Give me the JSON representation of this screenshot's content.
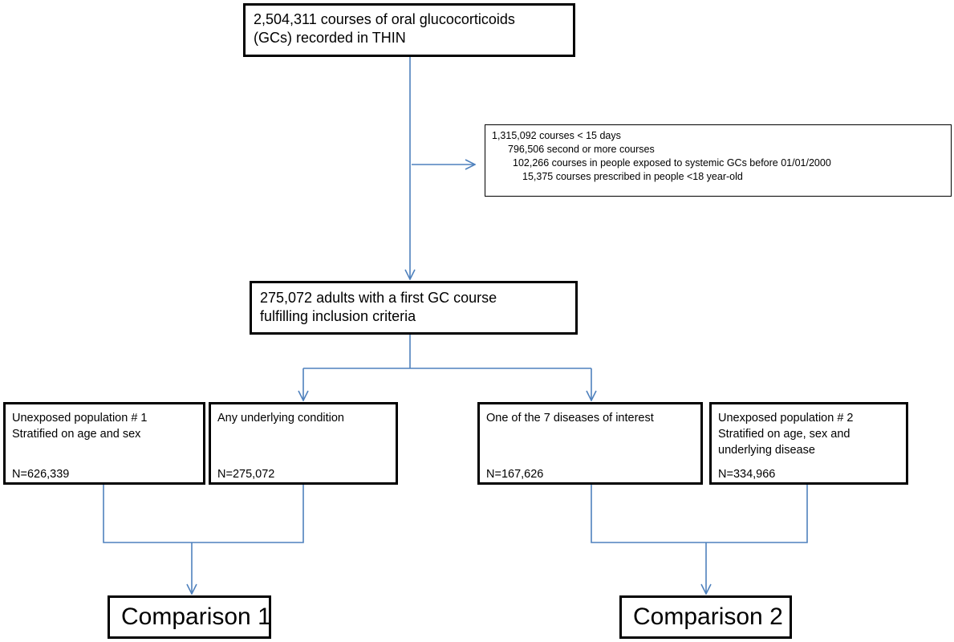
{
  "nodes": {
    "top": {
      "lines": [
        "2,504,311 courses of oral glucocorticoids",
        "(GCs) recorded in THIN"
      ]
    },
    "exclusions": {
      "lines": [
        "1,315,092 courses < 15 days",
        "796,506 second or more courses",
        "102,266  courses in people exposed to systemic  GCs before 01/01/2000",
        "15,375 courses prescribed in people <18 year-old"
      ]
    },
    "middle": {
      "lines": [
        "275,072 adults with a first GC course",
        "fulfilling inclusion criteria"
      ]
    },
    "unexposed1": {
      "lines": [
        "Unexposed population # 1",
        "Stratified on age and sex"
      ],
      "n": "N=626,339"
    },
    "any_condition": {
      "lines": [
        "Any underlying condition"
      ],
      "n": "N=275,072"
    },
    "diseases7": {
      "lines": [
        "One of the 7 diseases of interest"
      ],
      "n": "N=167,626"
    },
    "unexposed2": {
      "lines": [
        "Unexposed population #  2",
        "Stratified on age, sex and",
        "underlying disease"
      ],
      "n": "N=334,966"
    },
    "comparison1": {
      "label": "Comparison 1"
    },
    "comparison2": {
      "label": "Comparison 2"
    }
  },
  "colors": {
    "connector": "#4f81bd",
    "box_border": "#000000",
    "text": "#000000",
    "background": "#ffffff"
  }
}
